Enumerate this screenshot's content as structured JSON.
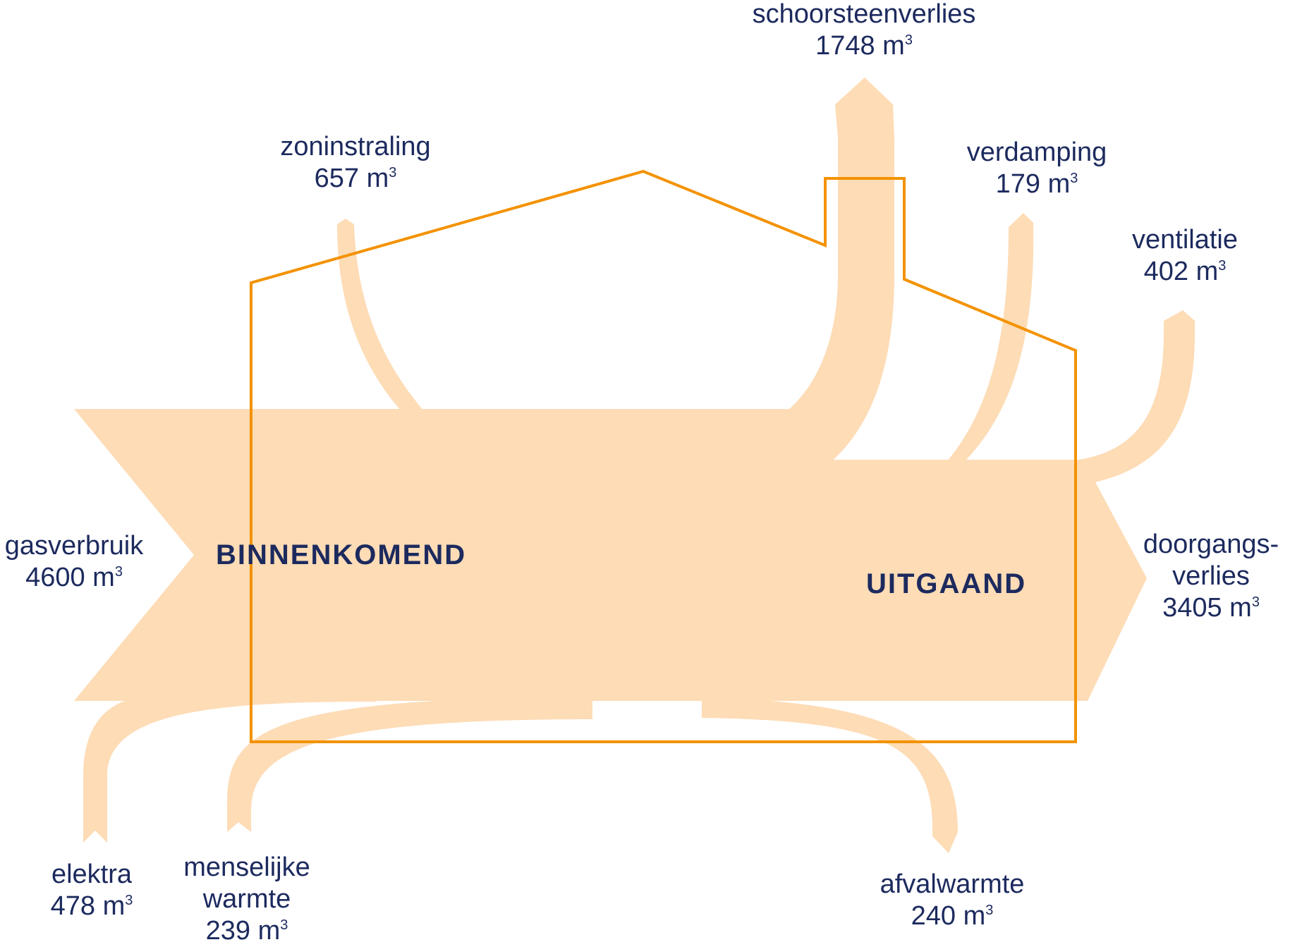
{
  "diagram": {
    "colors": {
      "flow": "#fddcb6",
      "house_outline": "#f39200",
      "text": "#1c2a5e"
    },
    "zones": {
      "incoming": "BINNENKOMEND",
      "outgoing": "UITGAAND"
    },
    "unit_superscript": "3",
    "flows": {
      "gasverbruik": {
        "name": "gasverbruik",
        "value": "4600 m"
      },
      "elektra": {
        "name": "elektra",
        "value": "478 m"
      },
      "menselijke_warmte": {
        "name_line1": "menselijke",
        "name_line2": "warmte",
        "value": "239 m"
      },
      "zoninstraling": {
        "name": "zoninstraling",
        "value": "657 m"
      },
      "schoorsteenverlies": {
        "name": "schoorsteenverlies",
        "value": "1748 m"
      },
      "verdamping": {
        "name": "verdamping",
        "value": "179 m"
      },
      "ventilatie": {
        "name": "ventilatie",
        "value": "402 m"
      },
      "doorgangsverlies": {
        "name_line1": "doorgangs-",
        "name_line2": "verlies",
        "value": "3405 m"
      },
      "afvalwarmte": {
        "name": "afvalwarmte",
        "value": "240 m"
      }
    }
  }
}
